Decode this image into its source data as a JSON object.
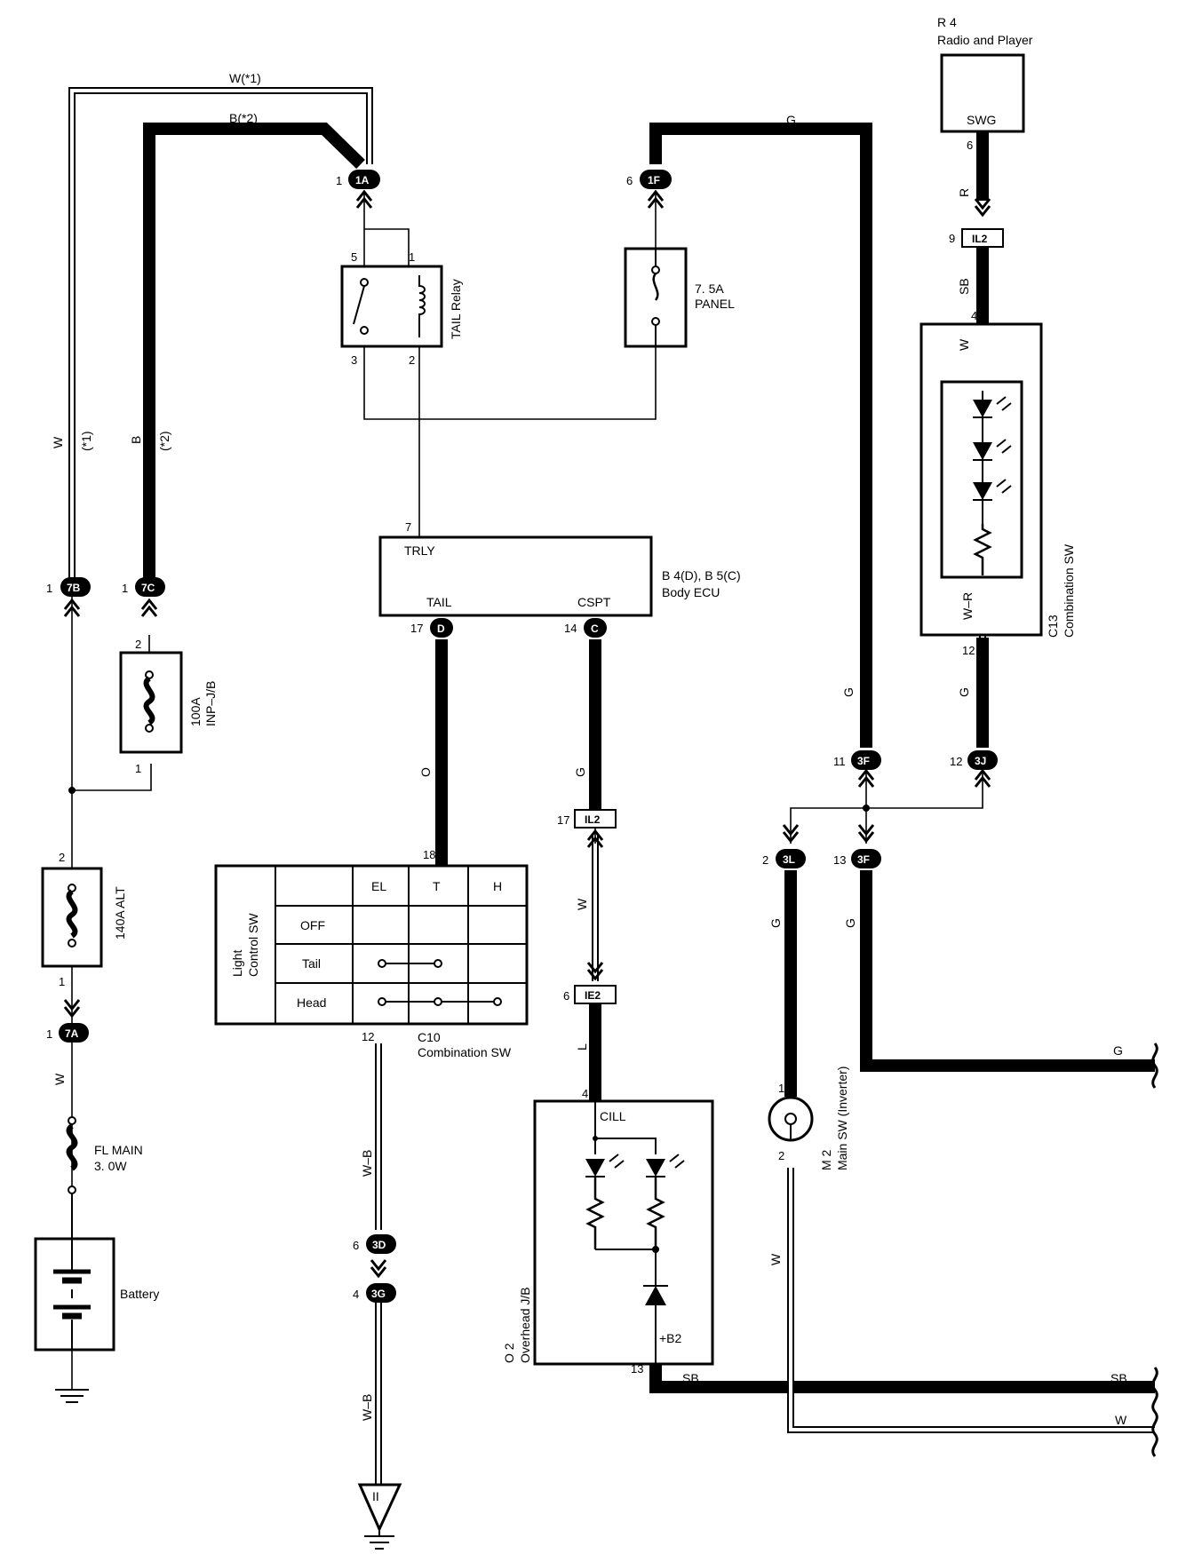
{
  "diagram": {
    "wire_colors": {
      "w_star1": "W(*1)",
      "b_star2": "B(*2)",
      "g_top": "G",
      "r": "R",
      "sb_upper": "SB",
      "w_c13": "W",
      "wr_c13": "W–R",
      "g_c13": "G",
      "g_3f": "G",
      "w_left": "W",
      "star1_left": "(*1)",
      "b_left": "B",
      "star2_left": "(*2)",
      "o_wire": "O",
      "g_csp": "G",
      "w_il2": "W",
      "l_ie2": "L",
      "g_3l": "G",
      "g_3f_low": "G",
      "g_right": "G",
      "w_7a": "W",
      "wb_upper": "W–B",
      "wb_lower": "W–B",
      "w_m2": "W",
      "sb_o2": "SB",
      "sb_right": "SB",
      "w_right": "W"
    },
    "components": {
      "r4_id": "R 4",
      "r4_name": "Radio and Player",
      "r4_pin": "SWG",
      "tail_relay": "TAIL Relay",
      "panel_fuse_rating": "7. 5A",
      "panel_fuse_name": "PANEL",
      "body_ecu_id": "B 4(D), B 5(C)",
      "body_ecu_name": "Body ECU",
      "body_ecu_trly": "TRLY",
      "body_ecu_tail": "TAIL",
      "body_ecu_cspt": "CSPT",
      "c13_id": "C13",
      "c13_name": "Combination SW",
      "inp_fuse_rating": "100A",
      "inp_fuse_name": "INP–J/B",
      "alt_fuse": "140A ALT",
      "fl_main_name": "FL MAIN",
      "fl_main_rating": "3. 0W",
      "battery": "Battery",
      "c10_id": "C10",
      "c10_name": "Combination SW",
      "light_sw_1": "Light",
      "light_sw_2": "Control SW",
      "o2_id": "O 2",
      "o2_name": "Overhead J/B",
      "o2_cill": "CILL",
      "o2_b2": "+B2",
      "m2_id": "M 2",
      "m2_name": "Main SW (Inverter)",
      "ground_ii": "II"
    },
    "switch_table": {
      "columns": [
        "EL",
        "T",
        "H"
      ],
      "rows": [
        "OFF",
        "Tail",
        "Head"
      ]
    },
    "connectors": {
      "c1a": "1A",
      "c1f": "1F",
      "il2_top": "IL2",
      "c7b": "7B",
      "c7c": "7C",
      "cD": "D",
      "cC": "C",
      "c3f_11": "3F",
      "c3j": "3J",
      "il2_mid": "IL2",
      "c3l": "3L",
      "c3f_13": "3F",
      "ie2": "IE2",
      "c7a": "7A",
      "c3d": "3D",
      "c3g": "3G"
    },
    "pins": {
      "p1a": "1",
      "p1f": "6",
      "pswg": "6",
      "pil2": "9",
      "pc13_4": "4",
      "relay5": "5",
      "relay1": "1",
      "relay3": "3",
      "relay2": "2",
      "ecu7": "7",
      "p7b": "1",
      "p7c": "1",
      "inp2": "2",
      "inp1": "1",
      "pD": "17",
      "pC": "14",
      "pc13_12": "12",
      "p3f11": "11",
      "p3j": "12",
      "pil2b": "17",
      "p3l": "2",
      "p3f13": "13",
      "pc10_18": "18",
      "alt2": "2",
      "alt1": "1",
      "p7a": "1",
      "pie2": "6",
      "pc10_12": "12",
      "po2_4": "4",
      "pm2_1": "1",
      "pm2_2": "2",
      "p3d": "6",
      "p3g": "4",
      "po2_13": "13"
    }
  }
}
